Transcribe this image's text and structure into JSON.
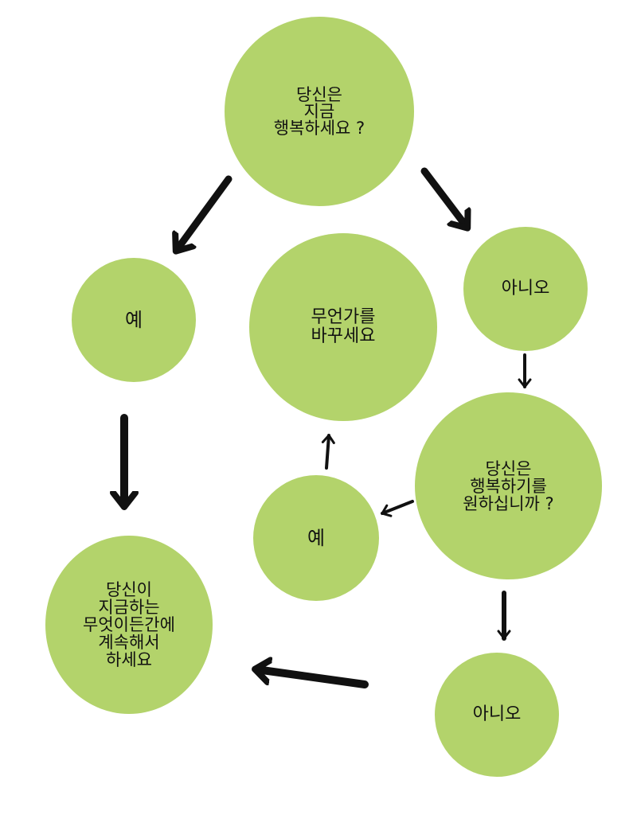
{
  "nodes": {
    "start": "당신은\n지금\n행복하세요 ?",
    "yes1": "예",
    "change": "무언가를\n바꾸세요",
    "no1": "아니오",
    "want": "당신은\n행복하기를\n원하십니까 ?",
    "yes2": "예",
    "keep": "당신이\n지금하는\n무엇이든간에\n계속해서\n하세요",
    "no2": "아니오"
  },
  "colors": {
    "node_fill": "#b3d36b",
    "arrow": "#111111",
    "background": "#ffffff"
  }
}
